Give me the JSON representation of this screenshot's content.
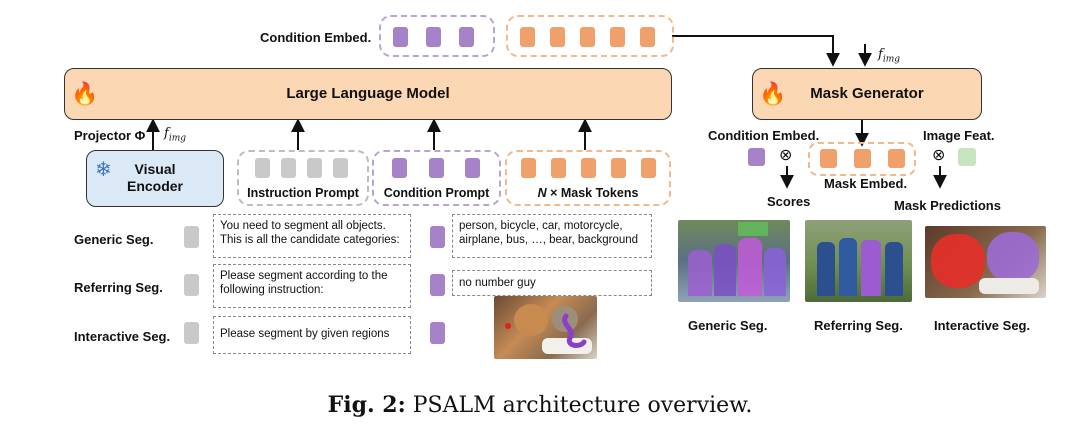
{
  "labels": {
    "condition_embed_top": "Condition Embed.",
    "f_img_top": "f",
    "f_img_top_sub": "img",
    "llm": "Large Language Model",
    "mask_generator": "Mask Generator",
    "projector": "Projector Φ",
    "f_img_left": "f",
    "f_img_left_sub": "img",
    "visual_encoder_line1": "Visual",
    "visual_encoder_line2": "Encoder",
    "instruction_prompt": "Instruction Prompt",
    "condition_prompt": "Condition Prompt",
    "mask_tokens_n": "N",
    "mask_tokens_rest": " × Mask Tokens",
    "condition_embed_right": "Condition Embed.",
    "image_feat": "Image Feat.",
    "otimes": "⊗",
    "scores": "Scores",
    "mask_embed": "Mask Embed.",
    "mask_predictions": "Mask Predictions"
  },
  "tasks": [
    {
      "name": "Generic Seg.",
      "instruction": "You need to segment all objects.\nThis is all the candidate categories:",
      "condition": "person, bicycle, car, motorcycle,\nairplane, bus, …, bear, background"
    },
    {
      "name": "Referring Seg.",
      "instruction": "Please segment according to the\nfollowing instruction:",
      "condition": "no number guy"
    },
    {
      "name": "Interactive Seg.",
      "instruction": "Please segment by given regions",
      "condition": ""
    }
  ],
  "results": [
    "Generic Seg.",
    "Referring Seg.",
    "Interactive Seg."
  ],
  "caption": {
    "bold": "Fig. 2:",
    "text": " PSALM architecture overview."
  },
  "colors": {
    "orange_box": "#fbd7b4",
    "blue_box": "#dbe8f6",
    "purple_token": "#a682c9",
    "orange_token": "#f0a06a",
    "gray_token": "#c9c9c9",
    "green_token": "#c8e3c0"
  }
}
